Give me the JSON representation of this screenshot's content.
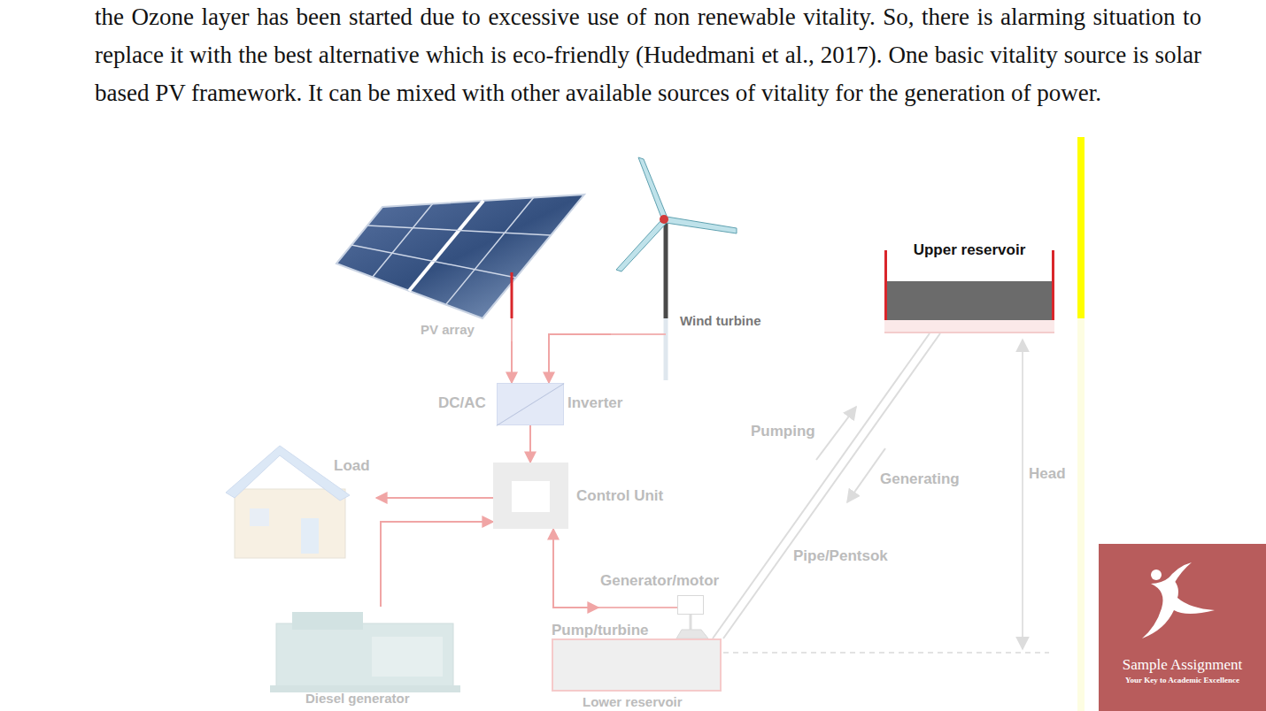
{
  "diagram": {
    "nodes": [
      {
        "text": [
          "PV array"
        ]
      },
      {
        "text": [
          "Wind turbine"
        ]
      },
      {
        "text": [
          "DC/AC",
          "Inverter"
        ]
      },
      {
        "text": [
          "Control Unit"
        ]
      },
      {
        "text": [
          "Load"
        ]
      },
      {
        "text": [
          "Diesel generator"
        ]
      },
      {
        "text": [
          "Generator/motor"
        ]
      },
      {
        "text": [
          "Upper reservoir"
        ]
      },
      {
        "text": [
          "Lower reservoir"
        ]
      },
      {
        "text": [
          "Sample Assignment",
          "Your Key to Academic Excellence"
        ]
      }
    ],
    "edges": [
      {
        "from": 0,
        "to": 2,
        "arrow": "to"
      },
      {
        "from": 1,
        "to": 2,
        "arrow": "to"
      },
      {
        "from": 2,
        "to": 3,
        "arrow": "to"
      },
      {
        "from": 3,
        "to": 4,
        "arrow": "to"
      },
      {
        "from": 5,
        "to": 3,
        "arrow": "to"
      },
      {
        "from": 3,
        "to": 6,
        "arrow": "both"
      }
    ],
    "labels": [
      "the Ozone layer has been started due to excessive use of non renewable vitality. So, there is alarming situation to replace it with the best alternative which is eco-friendly (Hudedmani et al., 2017). One basic vitality source is solar based PV framework. It can be mixed with other available sources of vitality for the generation of power.",
      "Pumping",
      "Generating",
      "Pipe/Pentsok",
      "Head",
      "Pump/turbine"
    ]
  }
}
